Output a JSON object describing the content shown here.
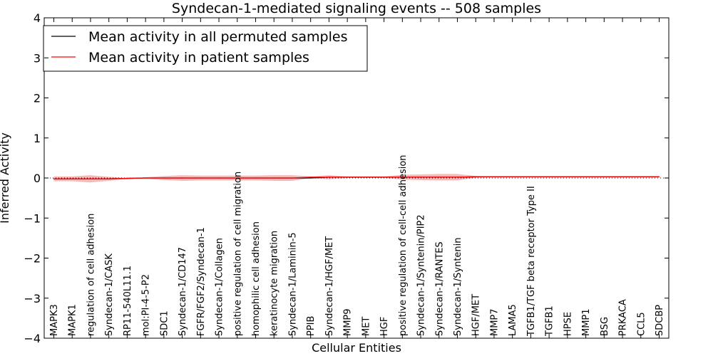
{
  "chart_data": {
    "type": "line",
    "title": "Syndecan-1-mediated signaling events -- 508 samples",
    "xlabel": "Cellular Entities",
    "ylabel": "Inferred Activity",
    "ylim": [
      -4,
      4
    ],
    "yticks": [
      -4,
      -3,
      -2,
      -1,
      0,
      1,
      2,
      3,
      4
    ],
    "ytick_labels": [
      "−4",
      "−3",
      "−2",
      "−1",
      "0",
      "1",
      "2",
      "3",
      "4"
    ],
    "grid": false,
    "legend_position": "top-left",
    "categories": [
      "MAPK3",
      "MAPK1",
      "regulation of cell adhesion",
      "Syndecan-1/CASK",
      "RP11-540L11.1",
      "mol:PI-4-5-P2",
      "SDC1",
      "Syndecan-1/CD147",
      "FGFR/FGF2/Syndecan-1",
      "Syndecan-1/Collagen",
      "positive regulation of cell migration",
      "homophilic cell adhesion",
      "keratinocyte migration",
      "Syndecan-1/Laminin-5",
      "PPIB",
      "Syndecan-1/HGF/MET",
      "MMP9",
      "MET",
      "HGF",
      "positive regulation of cell-cell adhesion",
      "Syndecan-1/Syntenin/PIP2",
      "Syndecan-1/RANTES",
      "Syndecan-1/Syntenin",
      "HGF/MET",
      "MMP7",
      "LAMA5",
      "TGFB1/TGF beta receptor Type II",
      "TGFB1",
      "HPSE",
      "MMP1",
      "BSG",
      "PRKACA",
      "CCL5",
      "SDCBP"
    ],
    "series": [
      {
        "name": "Mean activity in all permuted samples",
        "color": "#000000",
        "values": [
          -0.02,
          -0.02,
          -0.02,
          -0.02,
          -0.01,
          0.0,
          0.0,
          0.0,
          0.0,
          0.0,
          0.0,
          0.0,
          0.0,
          0.0,
          0.0,
          0.02,
          0.02,
          0.02,
          0.02,
          0.02,
          0.02,
          0.02,
          0.02,
          0.03,
          0.03,
          0.03,
          0.03,
          0.03,
          0.03,
          0.03,
          0.03,
          0.03,
          0.03,
          0.03
        ]
      },
      {
        "name": "Mean activity in patient samples",
        "color": "#ff0000",
        "band_color": "#f4a6a6",
        "values": [
          -0.02,
          -0.02,
          -0.02,
          -0.02,
          -0.01,
          0.0,
          0.0,
          0.0,
          0.0,
          0.0,
          0.0,
          0.0,
          0.0,
          0.0,
          0.02,
          0.02,
          0.02,
          0.02,
          0.02,
          0.02,
          0.02,
          0.02,
          0.02,
          0.03,
          0.03,
          0.03,
          0.03,
          0.03,
          0.03,
          0.03,
          0.03,
          0.03,
          0.03,
          0.03
        ],
        "band_half_width": [
          0.06,
          0.06,
          0.09,
          0.05,
          0.01,
          0.02,
          0.05,
          0.07,
          0.06,
          0.06,
          0.06,
          0.06,
          0.07,
          0.07,
          0.02,
          0.05,
          0.02,
          0.02,
          0.02,
          0.06,
          0.07,
          0.08,
          0.08,
          0.02,
          0.01,
          0.01,
          0.01,
          0.01,
          0.01,
          0.01,
          0.01,
          0.01,
          0.01,
          0.01
        ]
      }
    ],
    "reference_line": {
      "y": 0,
      "style": "dotted",
      "color": "#000000"
    }
  }
}
